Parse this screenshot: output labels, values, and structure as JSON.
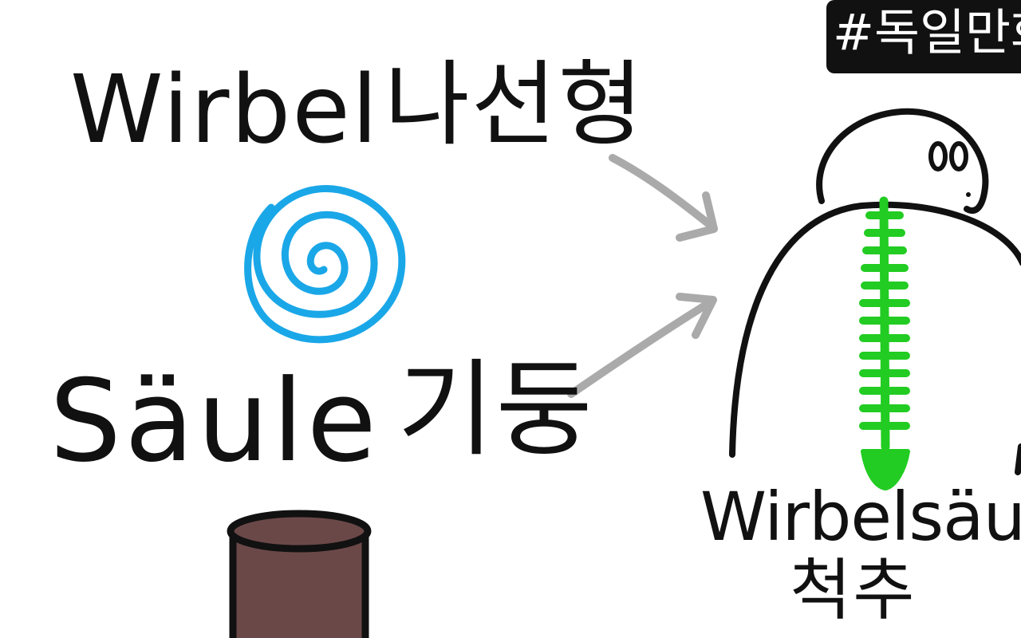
{
  "hashtag": "#독일만화",
  "vortex": {
    "german": "Wirbel",
    "korean": "나선형",
    "spiral_color": "#1aa7e8"
  },
  "column": {
    "german": "Säule",
    "korean": "기둥",
    "pillar_color": "#6b4848"
  },
  "spine": {
    "german": "Wirbelsäule",
    "korean": "척추",
    "spine_color": "#22cc22"
  },
  "arrow_color": "#aaaaaa",
  "icons": [
    "spiral-icon",
    "pillar-icon",
    "character-figure",
    "spine-icon"
  ]
}
